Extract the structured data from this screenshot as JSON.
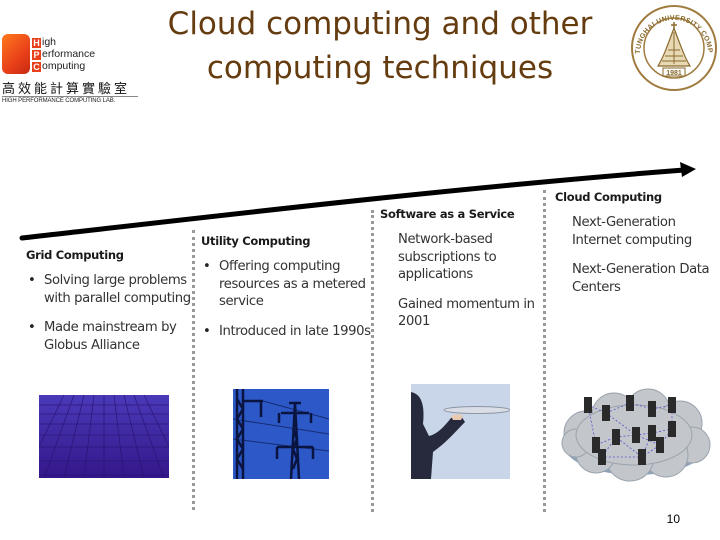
{
  "logo_left": {
    "letters": [
      "H",
      "P",
      "C"
    ],
    "lines": [
      "igh",
      "erformance",
      "omputing"
    ],
    "chinese": "高效能計算實驗室",
    "english": "HIGH PERFORMANCE COMPUTING LAB."
  },
  "title": {
    "line1": "Cloud computing and other",
    "line2": "computing techniques"
  },
  "logo_right": {
    "arc_text": "TUNGHAI UNIVERSITY COMPUTER SCIENCE DEPARTMENT",
    "year": "1981"
  },
  "columns": [
    {
      "heading": "Grid Computing",
      "style": "bullets",
      "items": [
        "Solving large problems with parallel computing",
        "Made mainstream by Globus Alliance"
      ],
      "image": "blue-grid-image"
    },
    {
      "heading": "Utility Computing",
      "style": "bullets",
      "items": [
        "Offering computing resources as a metered service",
        "Introduced in late 1990s"
      ],
      "image": "power-pylon-image"
    },
    {
      "heading": "Software as a Service",
      "style": "plain",
      "items": [
        "Network-based subscriptions to applications",
        "Gained momentum in 2001"
      ],
      "image": "waiter-tray-image"
    },
    {
      "heading": "Cloud Computing",
      "style": "plain",
      "items": [
        "Next-Generation Internet computing",
        "Next-Generation Data Centers"
      ],
      "image": "server-cloud-image"
    }
  ],
  "colors": {
    "title": "#653c0f",
    "hpc_orange": "#e8401a",
    "divider": "#999999",
    "arrow": "#000000"
  },
  "page_number": "10"
}
